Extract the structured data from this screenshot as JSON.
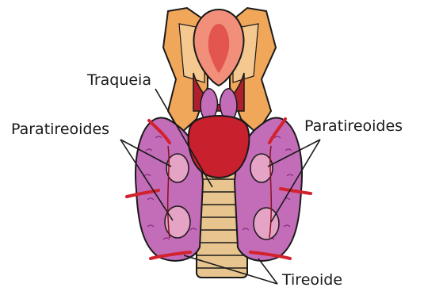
{
  "labels": {
    "trachea": "Traqueia",
    "parathyroids_left": "Paratireoides",
    "parathyroids_right": "Paratireoides",
    "thyroid": "Tireoide"
  },
  "colors": {
    "thyroid_fill": "#c36cb8",
    "thyroid_dark": "#8a2f7f",
    "parathyroid_fill": "#e5a3c6",
    "larynx_red": "#c8202c",
    "cartilage_orange": "#f0a75a",
    "cartilage_light": "#f5c890",
    "trachea_tan": "#e8c48e",
    "vessel_red": "#d2222d",
    "muscle_pink": "#f28f7a",
    "line": "#1a1a1a"
  }
}
